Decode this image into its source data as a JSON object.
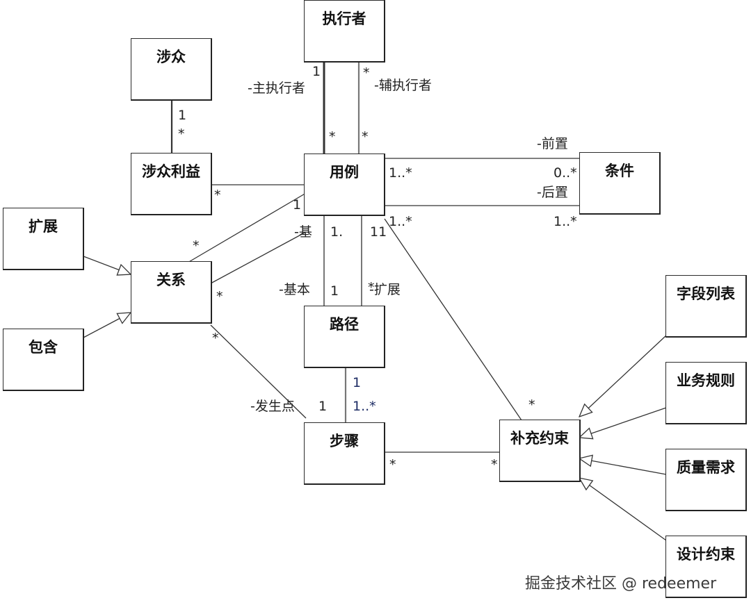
{
  "classes": {
    "actor": "执行者",
    "stakeholder": "涉众",
    "stakeholder_interest": "涉众利益",
    "use_case": "用例",
    "condition": "条件",
    "extend": "扩展",
    "relation": "关系",
    "include": "包含",
    "path": "路径",
    "step": "步骤",
    "supplementary_constraint": "补充约束",
    "field_list": "字段列表",
    "business_rule": "业务规则",
    "quality_requirement": "质量需求",
    "design_constraint": "设计约束"
  },
  "roles": {
    "primary_actor": "-主执行者",
    "secondary_actor": "-辅执行者",
    "precondition": "-前置",
    "postcondition": "-后置",
    "base": "-基",
    "base_path": "-基本",
    "extension_path": "-扩展",
    "occurrence_point": "-发生点"
  },
  "multiplicities": {
    "actor_primary_end": "1",
    "actor_secondary_end": "*",
    "usecase_primary_end": "*",
    "usecase_secondary_end": "*",
    "stakeholder_end": "1",
    "interest_top_end": "*",
    "interest_usecase_end": "*",
    "usecase_condition_end": "1..*",
    "condition_pre_end": "0..*",
    "condition_post_end": "1..*",
    "usecase_bottom_right_end": "1..*",
    "usecase_relation_end": "1",
    "relation_usecase_end": "*",
    "relation_base_end": "*",
    "relation_step_end": "*",
    "usecase_base_path_end": "1.",
    "usecase_constraint_end": "11",
    "path_base_end": "1",
    "path_extension_end": "*",
    "path_step_end": "1",
    "step_path_end": "1..*",
    "step_occurrence_end": "1",
    "step_constraint_end": "*",
    "constraint_step_end": "*",
    "constraint_usecase_end": "*"
  },
  "watermark": "掘金技术社区 @ redeemer"
}
